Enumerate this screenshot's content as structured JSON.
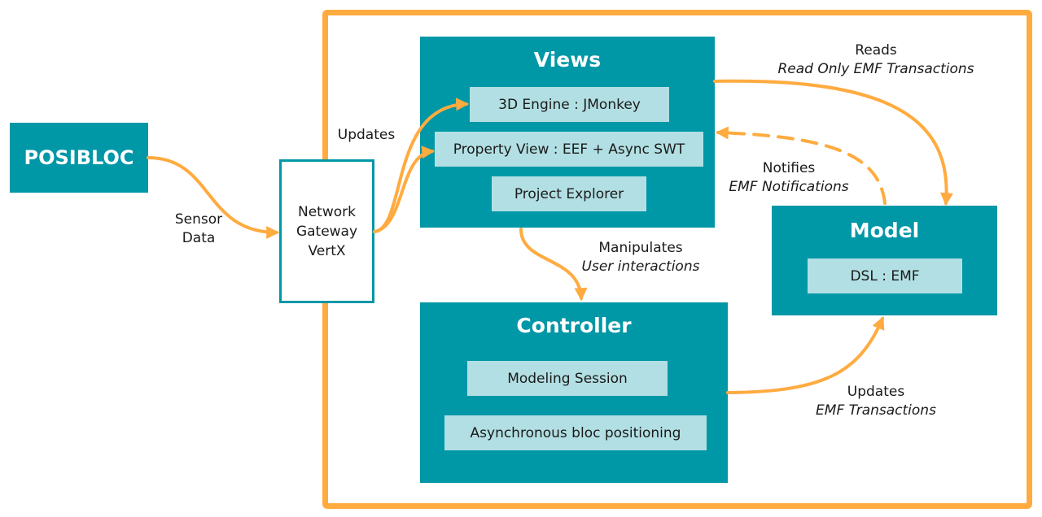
{
  "posibloc": {
    "label": "POSIBLOC"
  },
  "gateway": {
    "line1": "Network",
    "line2": "Gateway",
    "line3": "VertX"
  },
  "views": {
    "title": "Views",
    "items": [
      "3D Engine : JMonkey",
      "Property View : EEF + Async SWT",
      "Project Explorer"
    ]
  },
  "controller": {
    "title": "Controller",
    "items": [
      "Modeling Session",
      "Asynchronous bloc positioning"
    ]
  },
  "model": {
    "title": "Model",
    "items": [
      "DSL : EMF"
    ]
  },
  "edges": {
    "sensor": {
      "line1": "Sensor",
      "line2": "Data"
    },
    "updates_views": {
      "label": "Updates"
    },
    "reads": {
      "label": "Reads",
      "sub": "Read Only EMF Transactions"
    },
    "notifies": {
      "label": "Notifies",
      "sub": "EMF Notifications"
    },
    "manipulates": {
      "label": "Manipulates",
      "sub": "User interactions"
    },
    "updates_model": {
      "label": "Updates",
      "sub": "EMF Transactions"
    }
  },
  "colors": {
    "teal": "#0097a7",
    "inner": "#b2dfe3",
    "arrow": "#ffab40"
  }
}
